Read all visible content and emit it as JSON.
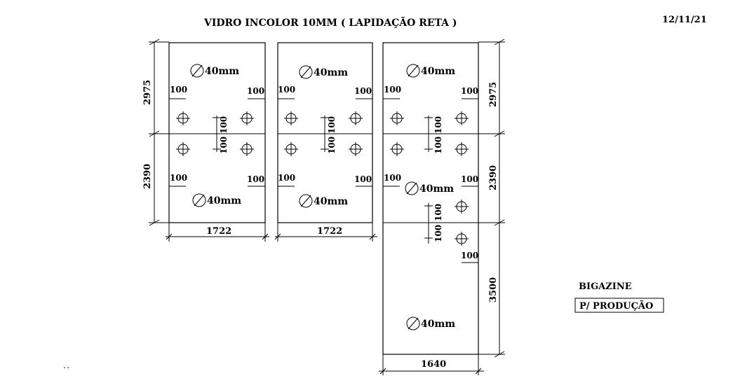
{
  "title": "VIDRO INCOLOR 10MM  ( LAPIDAÇÃO RETA )",
  "date": "12/11/21",
  "client": "BIGAZINE",
  "status": "P/ PRODUÇÃO",
  "panel_width_1": "1722",
  "panel_width_2": "1722",
  "panel_width_3": "1640",
  "height_upper_left": "2975",
  "height_lower_left": "2390",
  "height_upper_right": "2975",
  "height_lower_right": "2390",
  "height_bottom_right": "3500",
  "hole_label": "40mm",
  "offset_label": "100",
  "colors": {
    "line": "#000000",
    "background": "#ffffff"
  }
}
